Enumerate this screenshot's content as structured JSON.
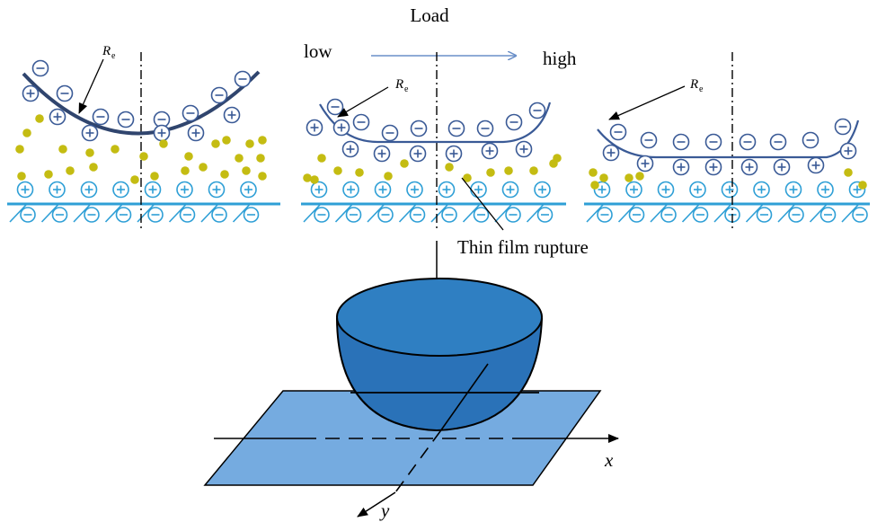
{
  "title": "Load",
  "load_low": "low",
  "load_high": "high",
  "radius_symbol": "R",
  "radius_subscript": "e",
  "annotation": "Thin film rupture",
  "axis_x": "x",
  "axis_y": "y",
  "colors": {
    "cyan": "#2e9fd6",
    "navy": "#3a5a96",
    "olive": "#c4bc12",
    "arrow": "#6a8fc8",
    "plate": "#6fa9de",
    "ball": "#2a72b8",
    "ball_top": "#2f7fc2"
  }
}
